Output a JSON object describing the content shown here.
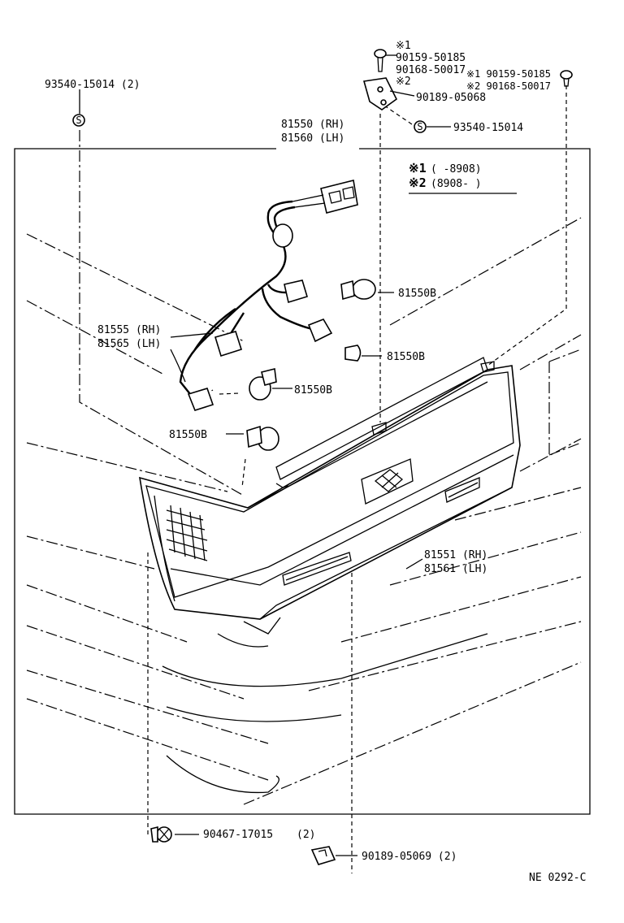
{
  "callouts": {
    "c93540_15014_2": "93540-15014 (2)",
    "mark1_top": "※1",
    "p90159_50185_a": "90159-50185",
    "p90168_50017_a": "90168-50017",
    "mark2_top": "※2",
    "p90159_50185_b": "※1 90159-50185",
    "p90168_50017_b": "※2 90168-50017",
    "p90189_05068": "90189-05068",
    "p93540_15014": "93540-15014",
    "p81550_rh": "81550 (RH)",
    "p81560_lh": "81560 (LH)",
    "p81555_rh": "81555 (RH)",
    "p81565_lh": "81565 (LH)",
    "bulb_a": "81550B",
    "bulb_b": "81550B",
    "bulb_c": "81550B",
    "bulb_d": "81550B",
    "p81551_rh": "81551 (RH)",
    "p81561_lh": "81561 (LH)",
    "p90467_17015": "90467-17015",
    "p90467_qty": "(2)",
    "p90189_05069": "90189-05069 (2)",
    "ref_code": "NE 0292-C"
  },
  "legend": {
    "row1_mark": "※1",
    "row1_text": "(      -8908)",
    "row2_mark": "※2",
    "row2_text": "(8908-      )"
  },
  "icons": {
    "s_circle_left": "S",
    "s_circle_right": "S"
  }
}
